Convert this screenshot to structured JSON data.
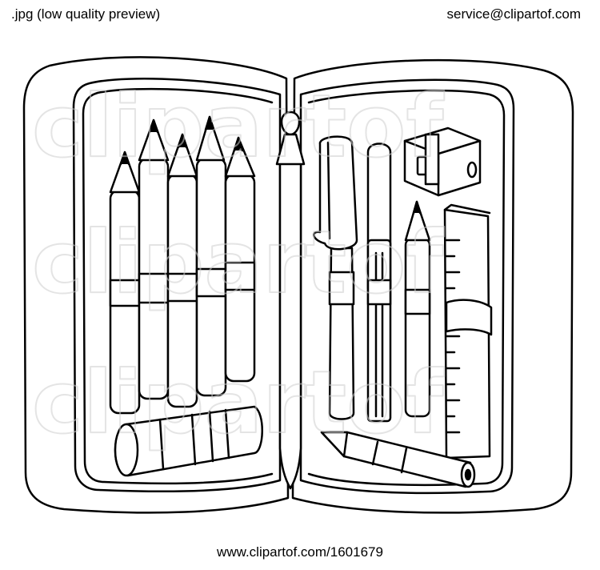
{
  "header": {
    "left_text": ".jpg (low quality preview)",
    "right_text": "service@clipartof.com"
  },
  "footer": {
    "url_text": "www.clipartof.com/1601679"
  },
  "watermark": {
    "text": "clipartof"
  },
  "illustration": {
    "subject": "open pencil case line art",
    "colors": {
      "line": "#000000",
      "fill": "#ffffff",
      "watermark": "#cfcfcf"
    }
  }
}
